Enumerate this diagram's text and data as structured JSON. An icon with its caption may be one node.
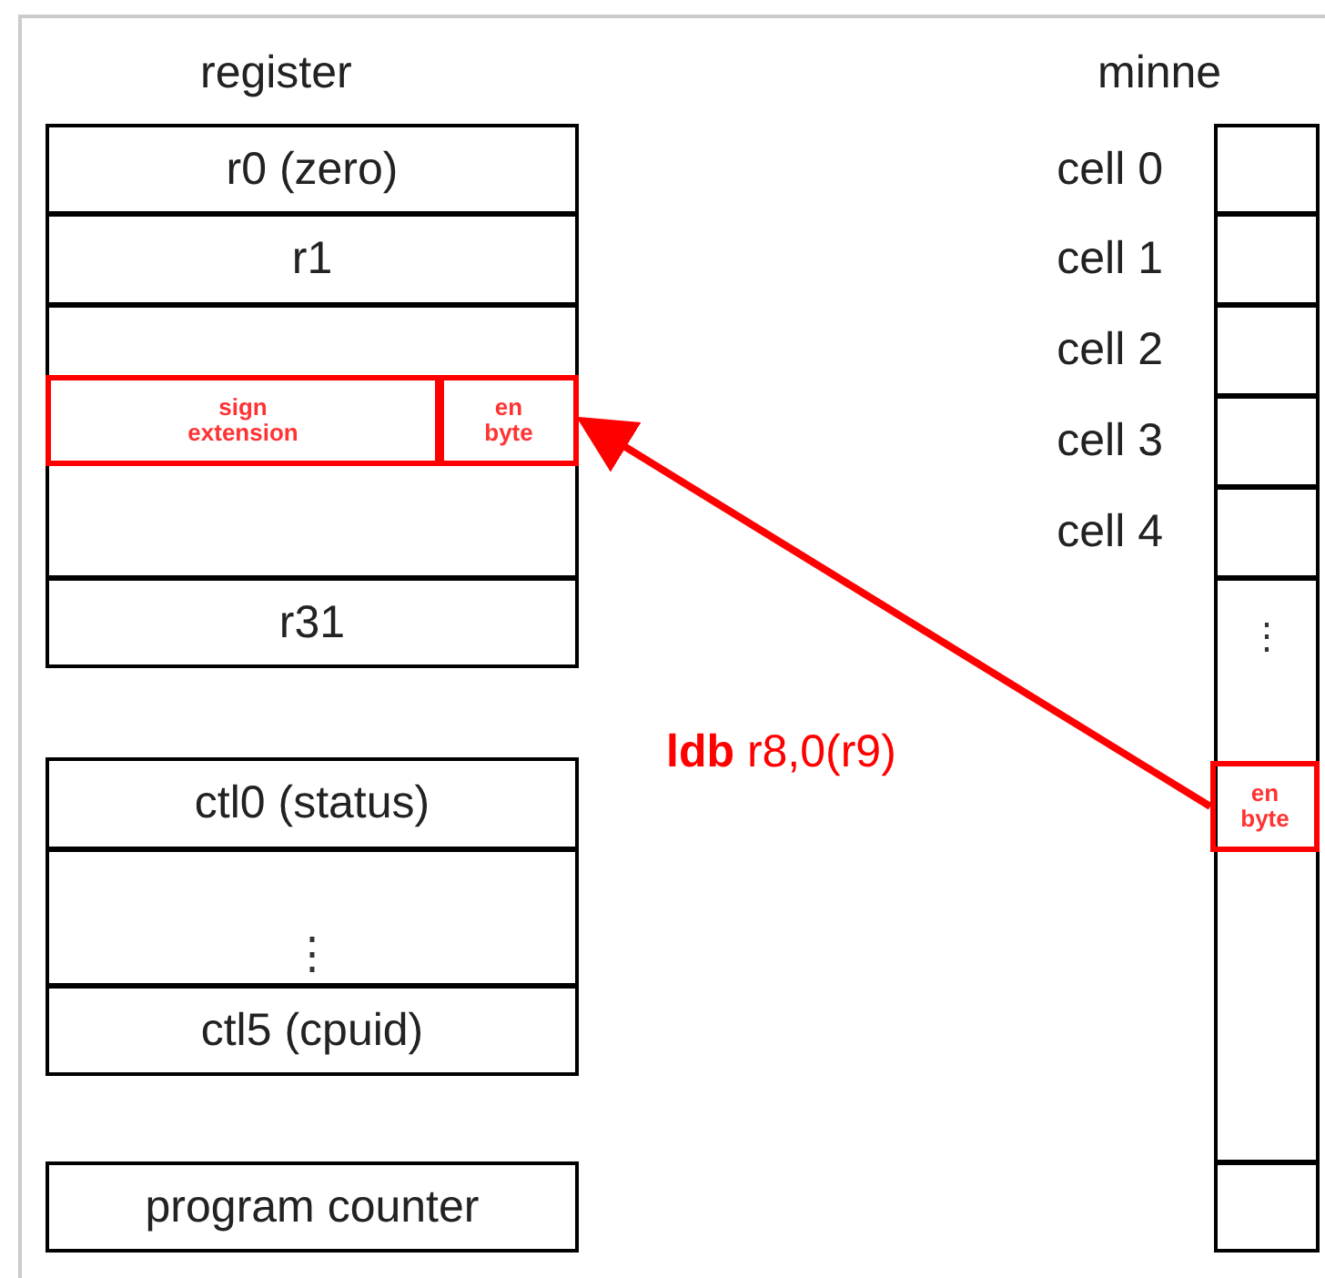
{
  "diagram": {
    "nodes": [
      {
        "text": [
          "r0 (zero)"
        ]
      },
      {
        "text": [
          "r1"
        ]
      },
      {
        "text": [],
        "shape": "box"
      },
      {
        "text": [
          "sign extension"
        ],
        "in": 2
      },
      {
        "text": [
          "en byte"
        ],
        "in": 2
      },
      {
        "text": [
          "r31"
        ]
      },
      {
        "text": [
          "ctl0 (status)"
        ]
      },
      {
        "text": [
          "⋮"
        ]
      },
      {
        "text": [
          "ctl5 (cpuid)"
        ]
      },
      {
        "text": [
          "program counter"
        ]
      },
      {
        "text": [],
        "shape": "box",
        "beside": [
          "cell 0"
        ]
      },
      {
        "text": [],
        "shape": "box",
        "beside": [
          "cell 1"
        ]
      },
      {
        "text": [],
        "shape": "box",
        "beside": [
          "cell 2"
        ]
      },
      {
        "text": [],
        "shape": "box",
        "beside": [
          "cell 3"
        ]
      },
      {
        "text": [],
        "shape": "box",
        "beside": [
          "cell 4"
        ]
      },
      {
        "text": [
          "⋮"
        ]
      },
      {
        "text": [
          "en byte"
        ],
        "in": 15
      },
      {
        "text": [],
        "shape": "box"
      }
    ],
    "edges": [
      {
        "from": 16,
        "to": 4,
        "arrow": "to",
        "color": "#ff0000",
        "label": "**ldb** r8,0(r9)"
      }
    ],
    "labels": [
      "register",
      "minne"
    ]
  }
}
